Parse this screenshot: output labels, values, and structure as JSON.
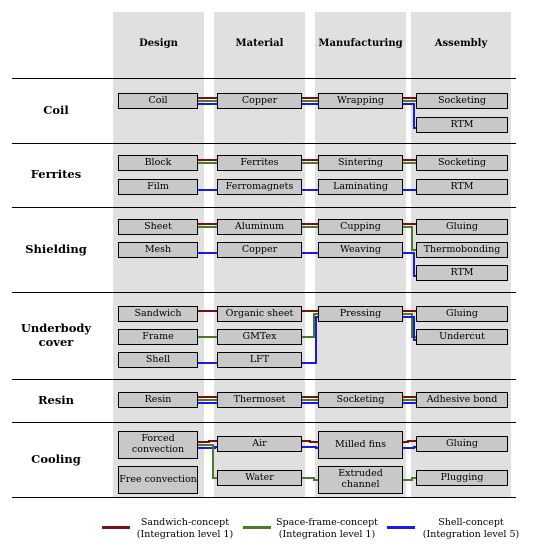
{
  "columns": [
    "Design",
    "Material",
    "Manufacturing",
    "Assembly"
  ],
  "rows": [
    {
      "label": "Coil",
      "boxes": [
        [
          "Coil"
        ],
        [
          "Copper"
        ],
        [
          "Wrapping"
        ],
        [
          "Socketing",
          "RTM"
        ]
      ]
    },
    {
      "label": "Ferrites",
      "boxes": [
        [
          "Block",
          "Film"
        ],
        [
          "Ferrites",
          "Ferromagnets"
        ],
        [
          "Sintering",
          "Laminating"
        ],
        [
          "Socketing",
          "RTM"
        ]
      ]
    },
    {
      "label": "Shielding",
      "boxes": [
        [
          "Sheet",
          "Mesh"
        ],
        [
          "Aluminum",
          "Copper"
        ],
        [
          "Cupping",
          "Weaving"
        ],
        [
          "Gluing",
          "Thermobonding",
          "RTM"
        ]
      ]
    },
    {
      "label": "Underbody cover",
      "boxes": [
        [
          "Sandwich",
          "Frame",
          "Shell"
        ],
        [
          "Organic sheet",
          "GMTex",
          "LFT"
        ],
        [
          "Pressing"
        ],
        [
          "Gluing",
          "Undercut"
        ]
      ]
    },
    {
      "label": "Resin",
      "boxes": [
        [
          "Resin"
        ],
        [
          "Thermoset"
        ],
        [
          "Socketing"
        ],
        [
          "Adhesive bond"
        ]
      ]
    },
    {
      "label": "Cooling",
      "boxes": [
        [
          "Forced convection",
          "Free convection"
        ],
        [
          "Air",
          "Water"
        ],
        [
          "Milled fins",
          "Extruded channel"
        ],
        [
          "Gluing",
          "Plugging"
        ]
      ]
    }
  ],
  "legend": [
    {
      "line1": "Sandwich-concept",
      "line2": "(Integration level 1)",
      "color": "#7a1010"
    },
    {
      "line1": "Space-frame-concept",
      "line2": "(Integration level 1)",
      "color": "#4a7a2a"
    },
    {
      "line1": "Shell-concept",
      "line2": "(Integration level 5)",
      "color": "#1a1ae6"
    }
  ],
  "colors": {
    "sandwich": "#7a1010",
    "spaceframe": "#4a7a2a",
    "shell": "#1a1ae6",
    "column_bg": "#e0e0e0",
    "box_fill": "#c8c8c8"
  }
}
